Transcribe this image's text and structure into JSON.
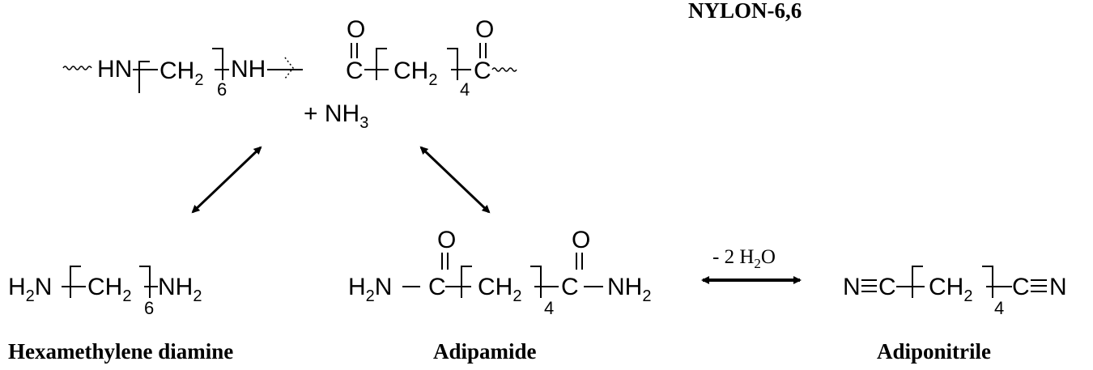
{
  "title": "NYLON-6,6",
  "polymer": {
    "hn": "HN",
    "ch2": "CH",
    "sub2": "2",
    "sub6": "6",
    "nh": "NH",
    "c": "C",
    "sub4": "4",
    "o": "O",
    "byproduct_prefix": "+ NH",
    "byproduct_sub": "3"
  },
  "diamine": {
    "h2n_h": "H",
    "h2n_sub": "2",
    "h2n_n": "N",
    "ch2": "CH",
    "sub2": "2",
    "sub6": "6",
    "nh2_nh": "NH",
    "nh2_sub": "2",
    "name": "Hexamethylene diamine"
  },
  "adipamide": {
    "h2n_h": "H",
    "h2n_sub": "2",
    "h2n_n": "N",
    "c": "C",
    "o": "O",
    "ch2": "CH",
    "sub2": "2",
    "sub4": "4",
    "nh2_nh": "NH",
    "nh2_sub": "2",
    "name": "Adipamide"
  },
  "reaction": {
    "condition_prefix": "- 2 H",
    "condition_sub": "2",
    "condition_suffix": "O"
  },
  "adiponitrile": {
    "n": "N",
    "c": "C",
    "ch2": "CH",
    "sub2": "2",
    "sub4": "4",
    "name": "Adiponitrile"
  }
}
